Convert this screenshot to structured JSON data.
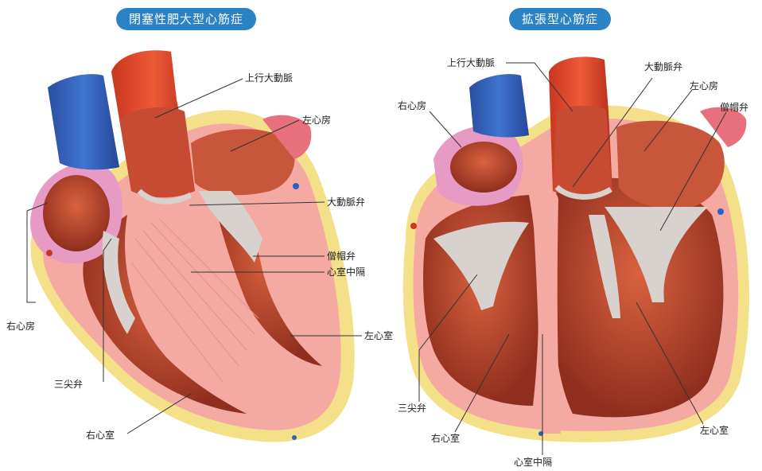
{
  "left_panel": {
    "title": "閉塞性肥大型心筋症",
    "labels": {
      "ascending_aorta": "上行大動脈",
      "left_atrium": "左心房",
      "aortic_valve": "大動脈弁",
      "mitral_valve": "僧帽弁",
      "septum": "心室中隔",
      "left_ventricle": "左心室",
      "right_atrium": "右心房",
      "tricuspid_valve": "三尖弁",
      "right_ventricle": "右心室"
    }
  },
  "right_panel": {
    "title": "拡張型心筋症",
    "labels": {
      "ascending_aorta": "上行大動脈",
      "aortic_valve": "大動脈弁",
      "right_atrium": "右心房",
      "left_atrium": "左心房",
      "mitral_valve": "僧帽弁",
      "tricuspid_valve": "三尖弁",
      "right_ventricle": "右心室",
      "septum": "心室中隔",
      "left_ventricle": "左心室"
    }
  },
  "colors": {
    "title_pill": "#2b83c6",
    "aorta": "#d9452b",
    "vena_cava": "#2f5fb8",
    "myocardium": "#f4a9a3",
    "chamber": "#b8452e",
    "atrium_pink": "#e79ac4",
    "fat": "#f5e08a",
    "valve": "#d8d2cf"
  }
}
